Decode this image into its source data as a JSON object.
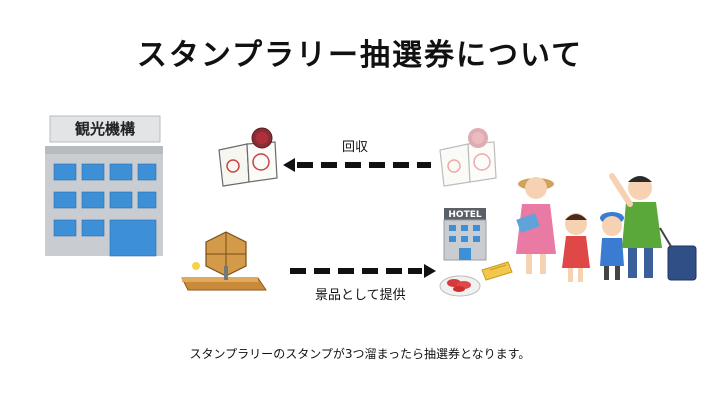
{
  "title": "スタンプラリー抽選券について",
  "organization": {
    "name": "観光機構"
  },
  "flows": {
    "collect": {
      "label": "回収"
    },
    "provide": {
      "label": "景品として提供"
    }
  },
  "hotel_sign": "HOTEL",
  "caption": "スタンプラリーのスタンプが3つ溜まったら抽選券となります。",
  "colors": {
    "building": "#c9ccd0",
    "window": "#3d8fd6",
    "stamp_red": "#b0303a",
    "arrow": "#111111",
    "lottery_wood": "#c98a3a"
  },
  "icons": [
    "office-building-icon",
    "stamp-booklet-icon",
    "lottery-drum-icon",
    "hotel-icon",
    "prize-food-icon",
    "tourist-family-icon"
  ]
}
